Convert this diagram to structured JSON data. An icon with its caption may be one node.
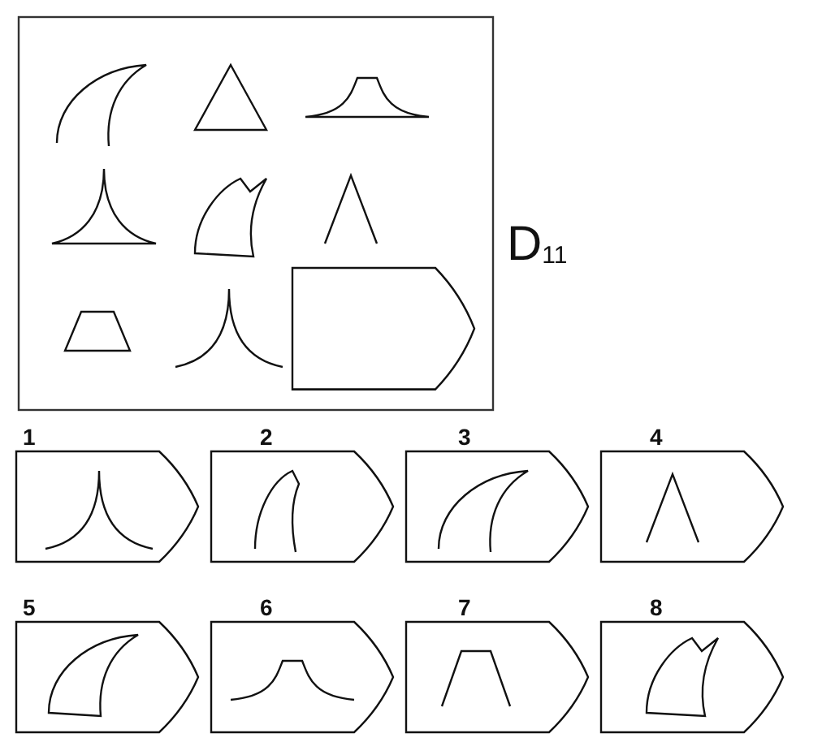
{
  "diagram": {
    "labels": [
      "D$_{11}$",
      "1",
      "2",
      "3",
      "4",
      "5",
      "6",
      "7",
      "8"
    ]
  }
}
